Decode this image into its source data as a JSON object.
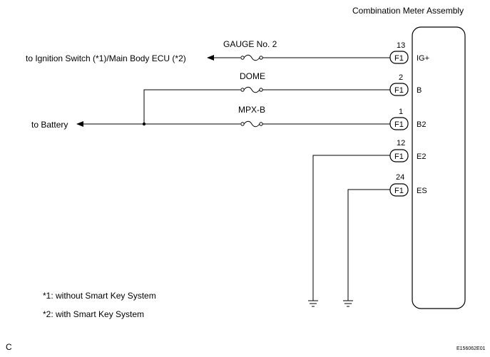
{
  "title": "Combination Meter Assembly",
  "left_labels": {
    "ignition": "to Ignition Switch (*1)/Main Body ECU (*2)",
    "battery": "to Battery"
  },
  "fuses": {
    "gauge": "GAUGE No. 2",
    "dome": "DOME",
    "mpx": "MPX-B"
  },
  "connector_label": "F1",
  "pins": [
    {
      "number": "13",
      "name": "IG+"
    },
    {
      "number": "2",
      "name": "B"
    },
    {
      "number": "1",
      "name": "B2"
    },
    {
      "number": "12",
      "name": "E2"
    },
    {
      "number": "24",
      "name": "ES"
    }
  ],
  "notes": {
    "note1": "*1: without Smart Key System",
    "note2": "*2: with Smart Key System"
  },
  "corner_letter": "C",
  "figure_code": "E156062E01"
}
